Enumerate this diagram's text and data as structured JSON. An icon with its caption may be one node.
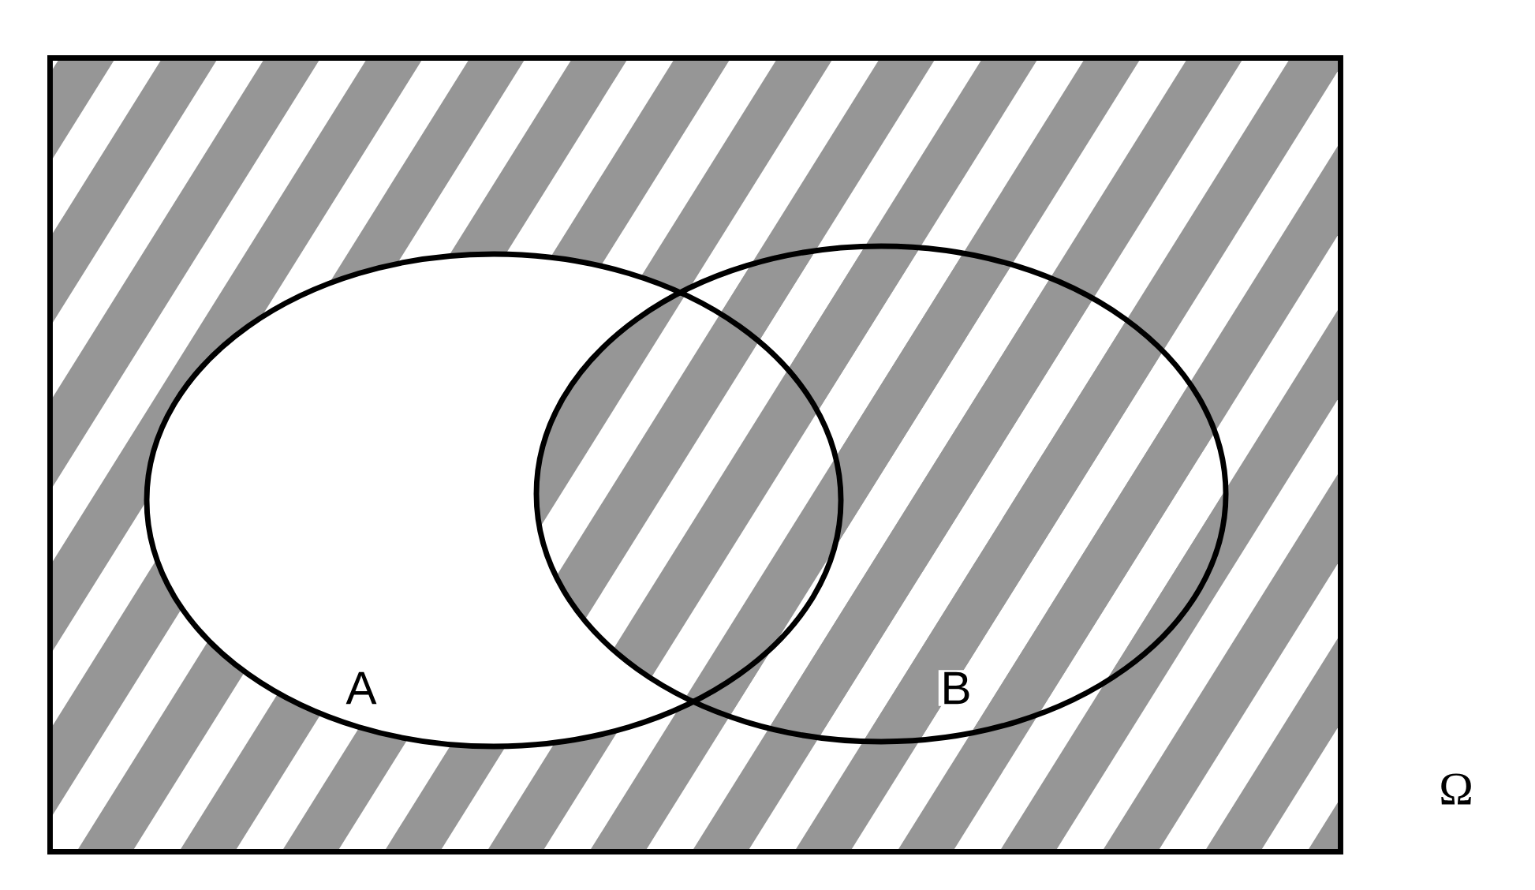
{
  "diagram": {
    "nodes": [
      {
        "text": [
          "Ω"
        ]
      },
      {
        "text": [
          "A"
        ],
        "in": 0
      },
      {
        "text": [
          "B"
        ],
        "in": 0
      }
    ]
  }
}
